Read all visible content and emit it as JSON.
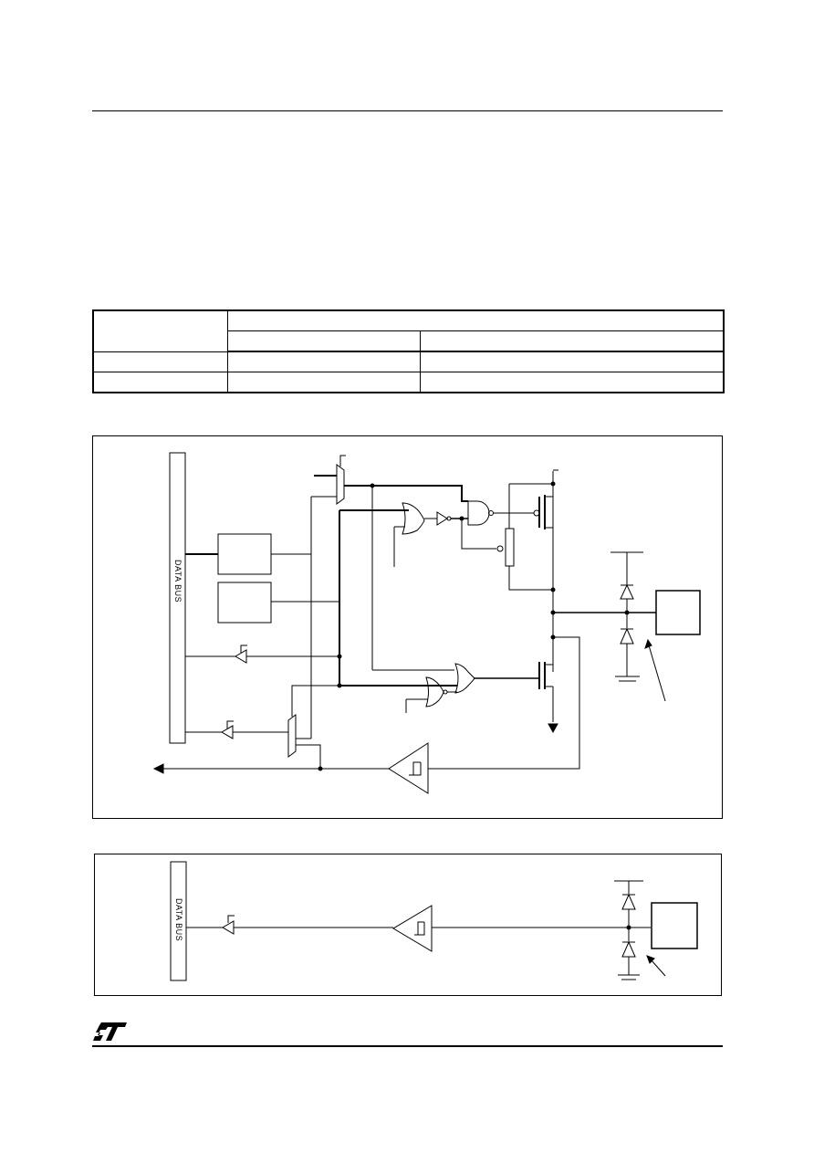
{
  "figure_1": {
    "bus_label": "DATA BUS"
  },
  "figure_2": {
    "bus_label": "DATA BUS"
  },
  "logo": {
    "name": "st-logo-icon",
    "text": "ST"
  }
}
